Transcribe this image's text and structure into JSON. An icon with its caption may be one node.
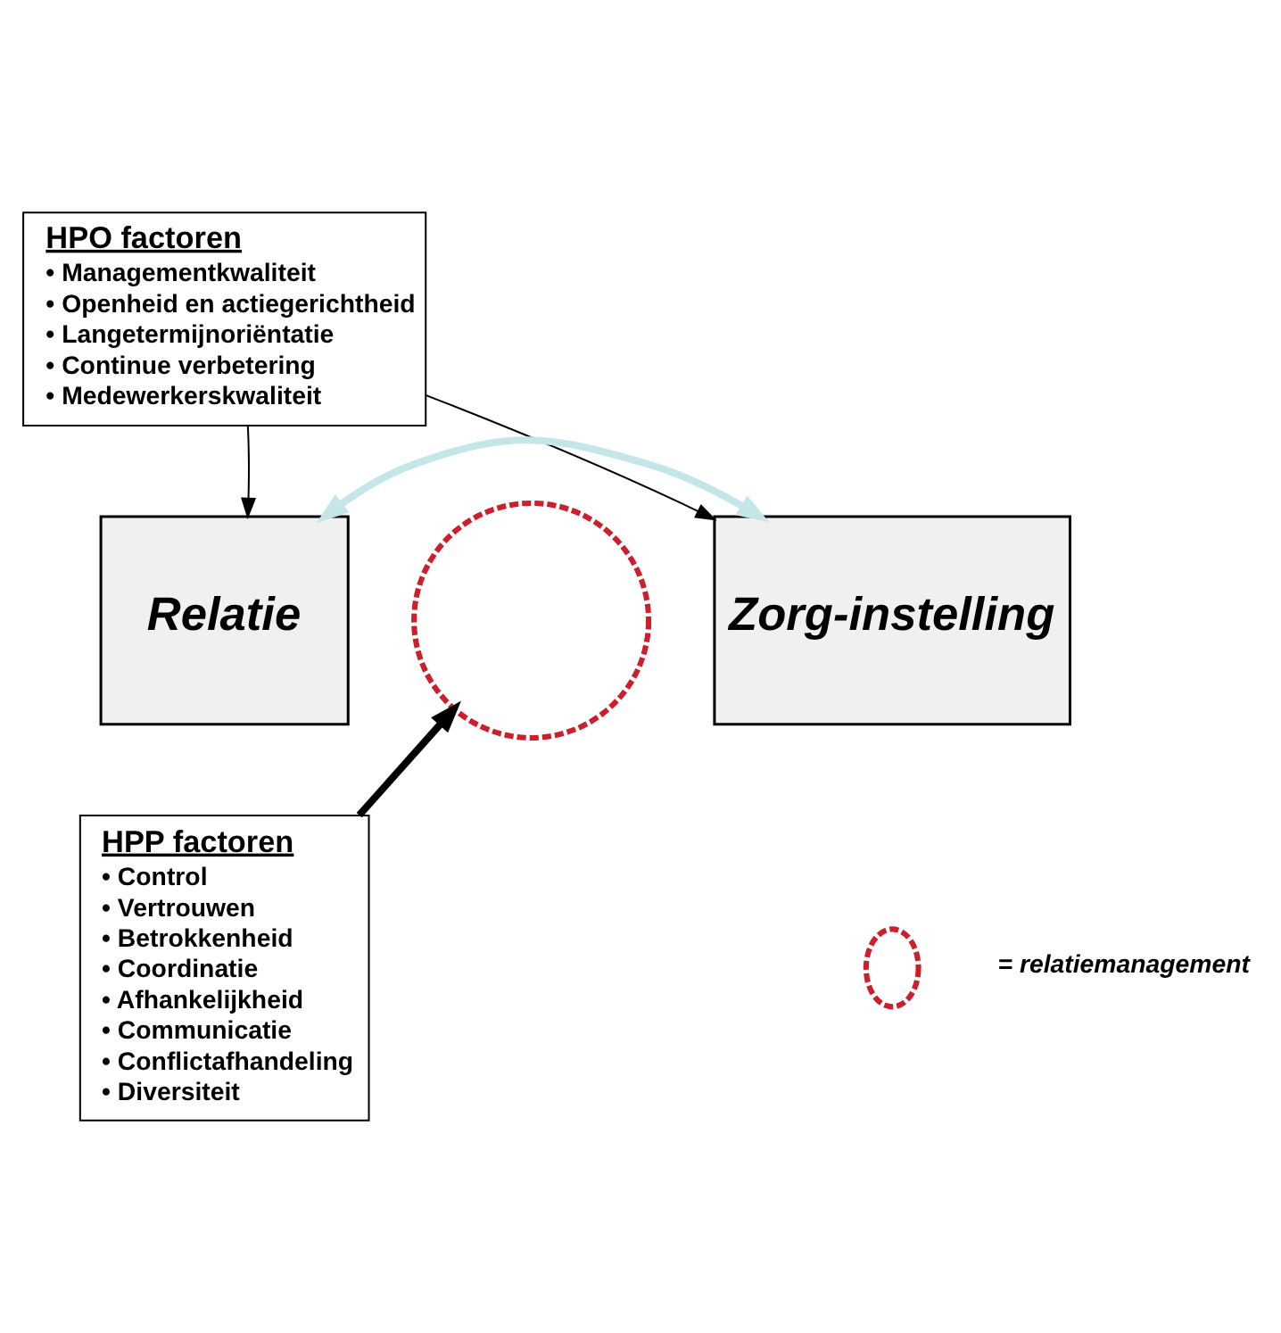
{
  "diagram": {
    "nodes": [
      {
        "text": [
          "HPO factoren",
          "• Managementkwaliteit",
          "• Openheid en actiegerichtheid",
          "• Langetermijnoriëntatie",
          "• Continue verbetering",
          "• Medewerkerskwaliteit"
        ]
      },
      {
        "text": [
          "Relatie"
        ]
      },
      {
        "text": [],
        "shape": "circle"
      },
      {
        "text": [
          "Zorg-instelling"
        ]
      },
      {
        "text": [
          "HPP factoren",
          "• Control",
          "• Vertrouwen",
          "• Betrokkenheid",
          "• Coordinatie",
          "• Afhankelijkheid",
          "• Communicatie",
          "• Conflictafhandeling",
          "• Diversiteit"
        ]
      },
      {
        "text": [],
        "shape": "circle"
      }
    ],
    "edges": [
      {
        "from": 0,
        "to": 1,
        "arrow": "to"
      },
      {
        "from": 0,
        "to": 3,
        "arrow": "to"
      },
      {
        "from": 1,
        "to": 3,
        "arrow": "both",
        "style": "thick",
        "color": "#c4e6e8"
      },
      {
        "from": 4,
        "to": 2,
        "arrow": "to",
        "style": "thick"
      }
    ],
    "legend": [
      {
        "text": "= relatiemanagement"
      }
    ]
  }
}
